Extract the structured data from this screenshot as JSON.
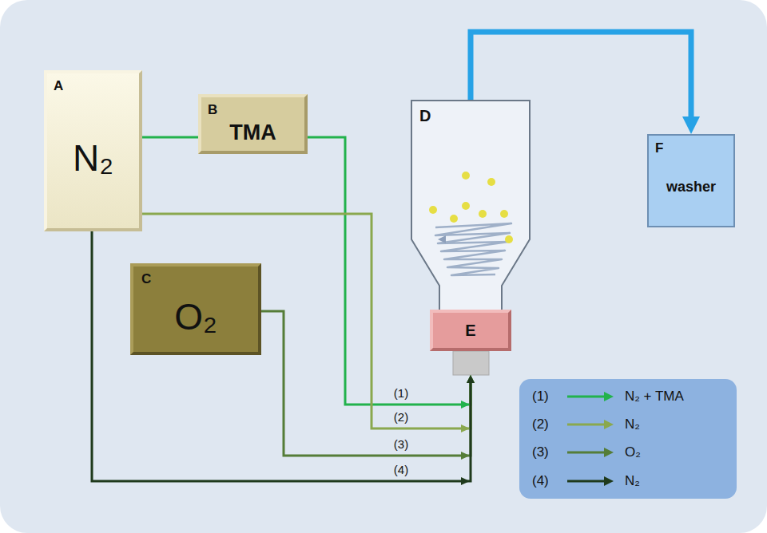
{
  "diagram": {
    "nodes": [
      {
        "text": [
          "A",
          "N₂"
        ]
      },
      {
        "text": [
          "B",
          "TMA"
        ]
      },
      {
        "text": [
          "C",
          "O₂"
        ]
      },
      {
        "text": [
          "D"
        ]
      },
      {
        "text": [
          "E"
        ]
      },
      {
        "text": [
          "F",
          "washer"
        ]
      }
    ],
    "edges": [
      {
        "from": 0,
        "to": 1,
        "arrow": "none"
      },
      {
        "from": 1,
        "to": 4,
        "label": "(1)",
        "arrow": "to"
      },
      {
        "from": 0,
        "to": 4,
        "label": "(2)",
        "arrow": "to"
      },
      {
        "from": 2,
        "to": 4,
        "label": "(3)",
        "arrow": "to"
      },
      {
        "from": 0,
        "to": 4,
        "label": "(4)",
        "arrow": "to"
      },
      {
        "from": 3,
        "to": 5,
        "arrow": "to"
      }
    ],
    "labels": [
      "(1)",
      "(2)",
      "(3)",
      "(4)"
    ],
    "legend": [
      {
        "text": "N₂ + TMA"
      },
      {
        "text": "N₂"
      },
      {
        "text": "O₂"
      },
      {
        "text": "N₂"
      }
    ]
  }
}
